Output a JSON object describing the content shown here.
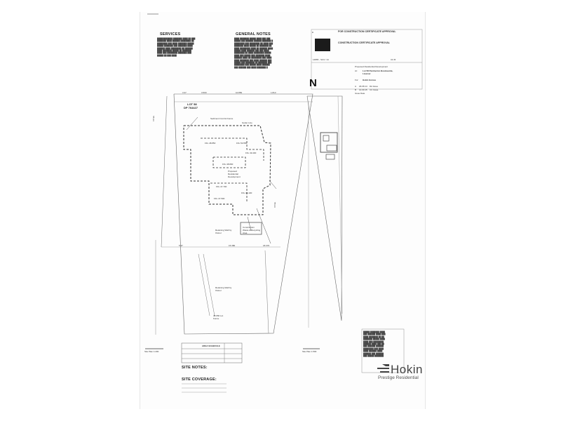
{
  "headings": {
    "services": "SERVICES",
    "general_notes": "GENERAL NOTES",
    "site_notes": "SITE NOTES:",
    "site_coverage": "SITE COVERAGE:",
    "area_schedule": "AREA SCHEDULE"
  },
  "title_block": {
    "approval_top": "FOR CONSTRUCTION CERTIFICATE APPROVAL",
    "approval_main": "CONSTRUCTION CERTIFICATE APPROVAL",
    "drawing_no": "14865 - SC3 / 14",
    "rev": "CC B",
    "project": "Proposed Residential Development",
    "at_label": "At:",
    "address": "Lot 58 Pemberton Boulevarde, Lisarow",
    "for_label": "For:",
    "client": "Hokin Homes",
    "rev_a": "A",
    "rev_a_date": "29.08.14",
    "rev_a_desc": "DA Issue",
    "rev_b": "B",
    "rev_b_date": "14.09.15",
    "rev_b_desc": "CC Issue",
    "issue_date": "Issue  Date"
  },
  "north": "N",
  "logo": {
    "word": "Hokin",
    "sub": "Prestige Residential"
  },
  "plan": {
    "lot": "LOT 58",
    "dp": "DP 764427",
    "setback_top_left": "3.37",
    "setback_top_mid": "3.500",
    "setback_top_right": "10.850",
    "setback_top_far": "1.813",
    "side_left": "55.33",
    "side_right": "55.33",
    "sediment": "Sediment Control Fence",
    "gutter": "Gutter Line",
    "ffl1": "FFL 48.850",
    "ffl2": "FFL 50.550",
    "ffl3": "FFL 49.400",
    "ffl4": "FFL 48.800",
    "proposed": "Proposed Residential Development",
    "ffl5": "FFL 47.700",
    "ffl6": "FFL 46.100",
    "ffl7": "FFL 47.500",
    "wall": "Retaining Wall by Owner",
    "construction": "Construction Waste & Recycling Area",
    "bottom_left": "5.37",
    "bottom_mid": "15.380",
    "bottom_right": "18.370",
    "retaining_low": "Retaining Wall by Owner",
    "rl": "48.650 Lot Fence"
  },
  "scales": {
    "left": "Site Plan 1:200",
    "right": "Site Plan 1:500"
  }
}
